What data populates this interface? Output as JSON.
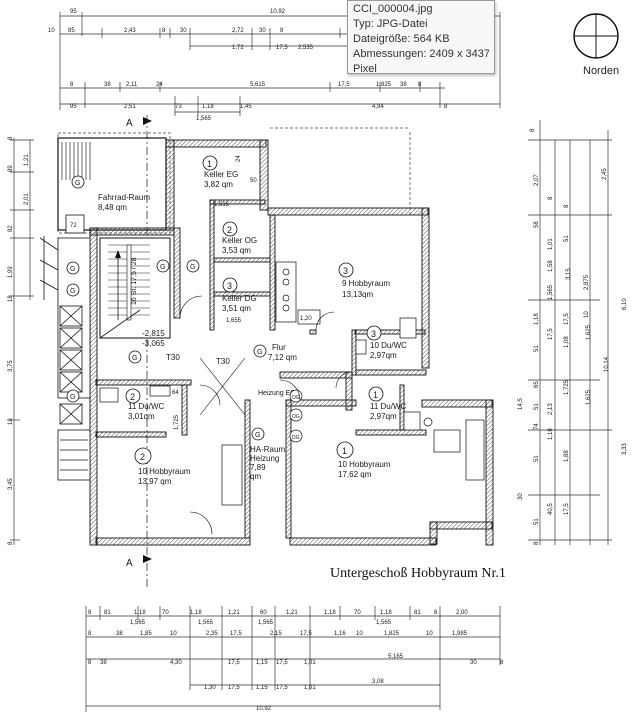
{
  "tooltip": {
    "filename": "CCI_000004.jpg",
    "type": "Typ: JPG-Datei",
    "size": "Dateigröße: 564 KB",
    "dimensions": "Abmessungen: 2409 x 3437",
    "unit": "Pixel"
  },
  "compass": {
    "label": "Norden"
  },
  "caption": "Untergeschoß Hobbyraum Nr.1",
  "section_marker": "A",
  "rooms": {
    "keller_eg": {
      "num": "1",
      "name": "Keller EG",
      "area": "3,82 qm"
    },
    "keller_og": {
      "num": "2",
      "name": "Keller OG",
      "area": "3,53 qm"
    },
    "keller_dg": {
      "num": "3",
      "name": "Keller DG",
      "area": "3,51 qm"
    },
    "fahrrad": {
      "name": "Fahrrad-Raum",
      "area": "8,48 qm"
    },
    "hobby9": {
      "num": "3",
      "name": "9 Hobbyraum",
      "area": "13,13qm"
    },
    "duwc10": {
      "num": "3",
      "name": "10 Du/WC",
      "area": "2,97qm"
    },
    "duwc11": {
      "num": "1",
      "name": "11 Du/WC",
      "area": "2,97qm"
    },
    "hobby10r": {
      "num": "1",
      "name": "10 Hobbyraum",
      "area": "17,62 qm"
    },
    "flur": {
      "name": "Flur",
      "area": "7,12 qm"
    },
    "duwc11l": {
      "num": "2",
      "name": "11 Du/WC",
      "area": "3,01qm"
    },
    "hobby10l": {
      "num": "2",
      "name": "10 Hobbyraum",
      "area": "13,97 qm"
    },
    "ha_raum": {
      "name": "HA-Raum",
      "sub": "Heizung",
      "area": "7,89",
      "unit": "qm"
    },
    "heizung_eg": {
      "name": "Heizung EG"
    }
  },
  "stair": {
    "label": "16 St. 17,5 / 28",
    "level1": "-2,815",
    "level2": "-3,065",
    "t30a": "T30",
    "t30b": "T30"
  },
  "misc_labels": {
    "w_1515": "1,515",
    "w_1655": "1,655",
    "w_120": "1,20",
    "w_72": "72",
    "w_50": "50",
    "w_24": "24",
    "w_64": "64",
    "w_1725": "1,725",
    "w_1565": "1,565"
  },
  "dims_top": {
    "row1": [
      "95",
      "10,92"
    ],
    "row2": [
      "10",
      "85",
      "2,43",
      "8",
      "30",
      "2,72",
      "30",
      "8"
    ],
    "row3": [
      "1,72",
      "17,5",
      "2,535"
    ],
    "row4": [
      "8",
      "38",
      "2,11",
      "24",
      "5,615",
      "17,5",
      "1,825",
      "38",
      "8"
    ],
    "row5": [
      "95",
      "2,51",
      "73",
      "1,18",
      "1,45",
      "4,94",
      "8"
    ],
    "row6": [
      "1,565"
    ]
  },
  "dims_bottom": {
    "row1": [
      "8",
      "81",
      "1,18",
      "70",
      "1,18",
      "1,21",
      "60",
      "1,21",
      "1,18",
      "70",
      "1,18",
      "81",
      "8",
      "2,00"
    ],
    "row1b": [
      "1,565",
      "1,565",
      "1,565",
      "1,565"
    ],
    "row2": [
      "8",
      "38",
      "1,85",
      "10",
      "2,35",
      "17,5",
      "2,15",
      "17,5",
      "1,16",
      "10",
      "1,825",
      "10",
      "1,985"
    ],
    "row3": [
      "8",
      "38",
      "4,30",
      "17,5",
      "1,15",
      "17,5",
      "1,01",
      "5,165",
      "30",
      "8"
    ],
    "row4": [
      "1,30",
      "17,5",
      "1,15",
      "17,5",
      "1,01",
      "3,08"
    ],
    "total": "10,92"
  },
  "dims_left": [
    "8",
    "1,21",
    "89",
    "2,01",
    "82",
    "1,99",
    "18",
    "3,75",
    "18",
    "3,45",
    "8"
  ],
  "dims_right": [
    "8",
    "2,07",
    "2,45",
    "58",
    "8",
    "1,01",
    "51",
    "1,58",
    "8",
    "3,15",
    "2,875",
    "6,10",
    "1,18",
    "17,5",
    "10",
    "1,565",
    "1,625",
    "51",
    "1,08",
    "17,5",
    "65",
    "10,14",
    "1,725",
    "1,625",
    "14,5",
    "51",
    "2,13",
    "74",
    "1,18",
    "3,33",
    "1,88",
    "51",
    "40,5",
    "17,5",
    "30",
    "51",
    "8"
  ]
}
